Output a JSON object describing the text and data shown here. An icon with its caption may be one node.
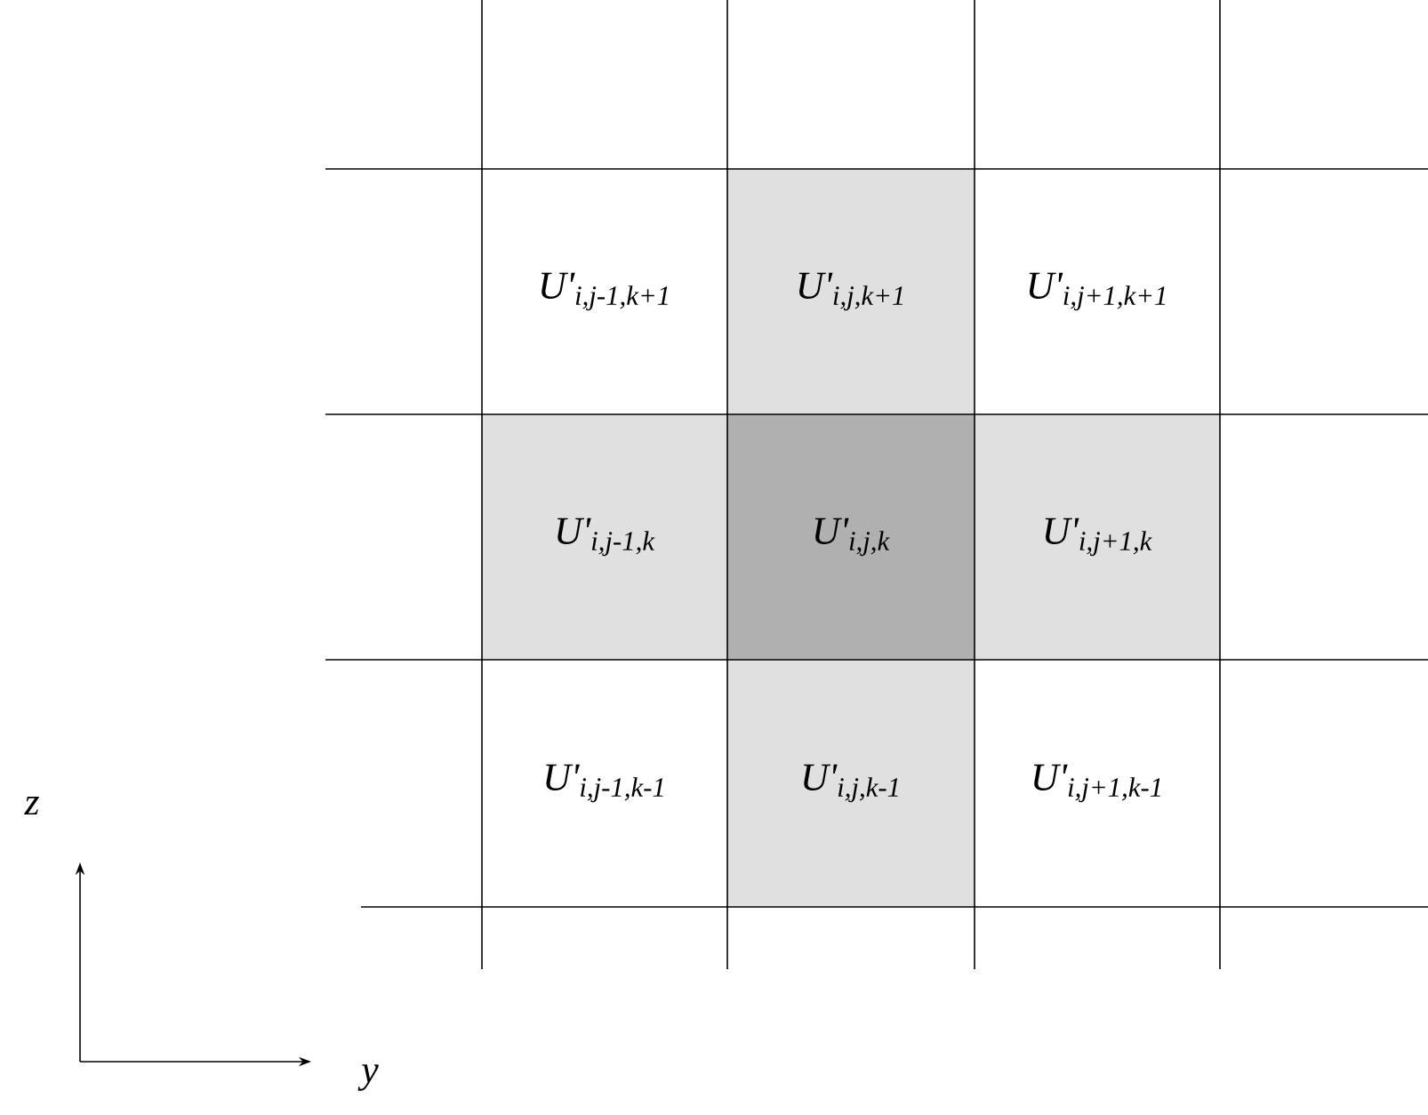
{
  "diagram": {
    "nodes": [
      {
        "text": [
          "U'$_{i,j-1,k+1}$"
        ]
      },
      {
        "text": [
          "U'$_{i,j,k+1}$"
        ]
      },
      {
        "text": [
          "U'$_{i,j+1,k+1}$"
        ]
      },
      {
        "text": [
          "U'$_{i,j-1,k}$"
        ]
      },
      {
        "text": [
          "U'$_{i,j,k}$"
        ]
      },
      {
        "text": [
          "U'$_{i,j+1,k}$"
        ]
      },
      {
        "text": [
          "U'$_{i,j-1,k-1}$"
        ]
      },
      {
        "text": [
          "U'$_{i,j,k-1}$"
        ]
      },
      {
        "text": [
          "U'$_{i,j+1,k-1}$"
        ]
      }
    ],
    "labels": [
      "z",
      "y"
    ]
  }
}
